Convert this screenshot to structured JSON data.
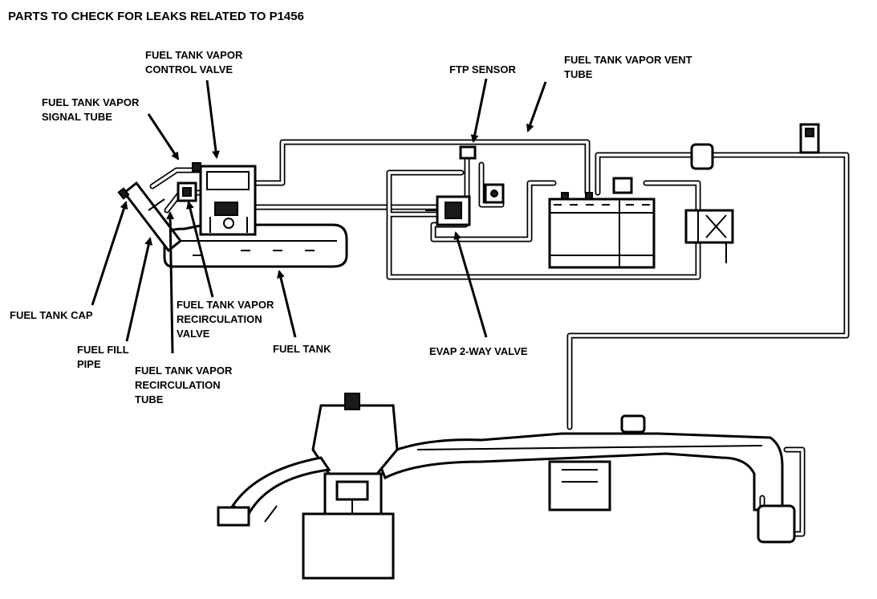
{
  "title": "PARTS TO CHECK FOR LEAKS RELATED TO P1456",
  "labels": {
    "control_valve": [
      "FUEL TANK VAPOR",
      "CONTROL VALVE"
    ],
    "signal_tube": [
      "FUEL TANK VAPOR",
      "SIGNAL TUBE"
    ],
    "ftp_sensor": [
      "FTP SENSOR"
    ],
    "vent_tube": [
      "FUEL TANK VAPOR VENT",
      "TUBE"
    ],
    "tank_cap": [
      "FUEL TANK CAP"
    ],
    "recirc_valve": [
      "FUEL TANK VAPOR",
      "RECIRCULATION",
      "VALVE"
    ],
    "fuel_tank": [
      "FUEL TANK"
    ],
    "fill_pipe": [
      "FUEL FILL",
      "PIPE"
    ],
    "recirc_tube": [
      "FUEL TANK VAPOR",
      "RECIRCULATION",
      "TUBE"
    ],
    "evap_valve": [
      "EVAP 2-WAY VALVE"
    ]
  },
  "colors": {
    "ink": "#000000",
    "paper": "#ffffff"
  }
}
